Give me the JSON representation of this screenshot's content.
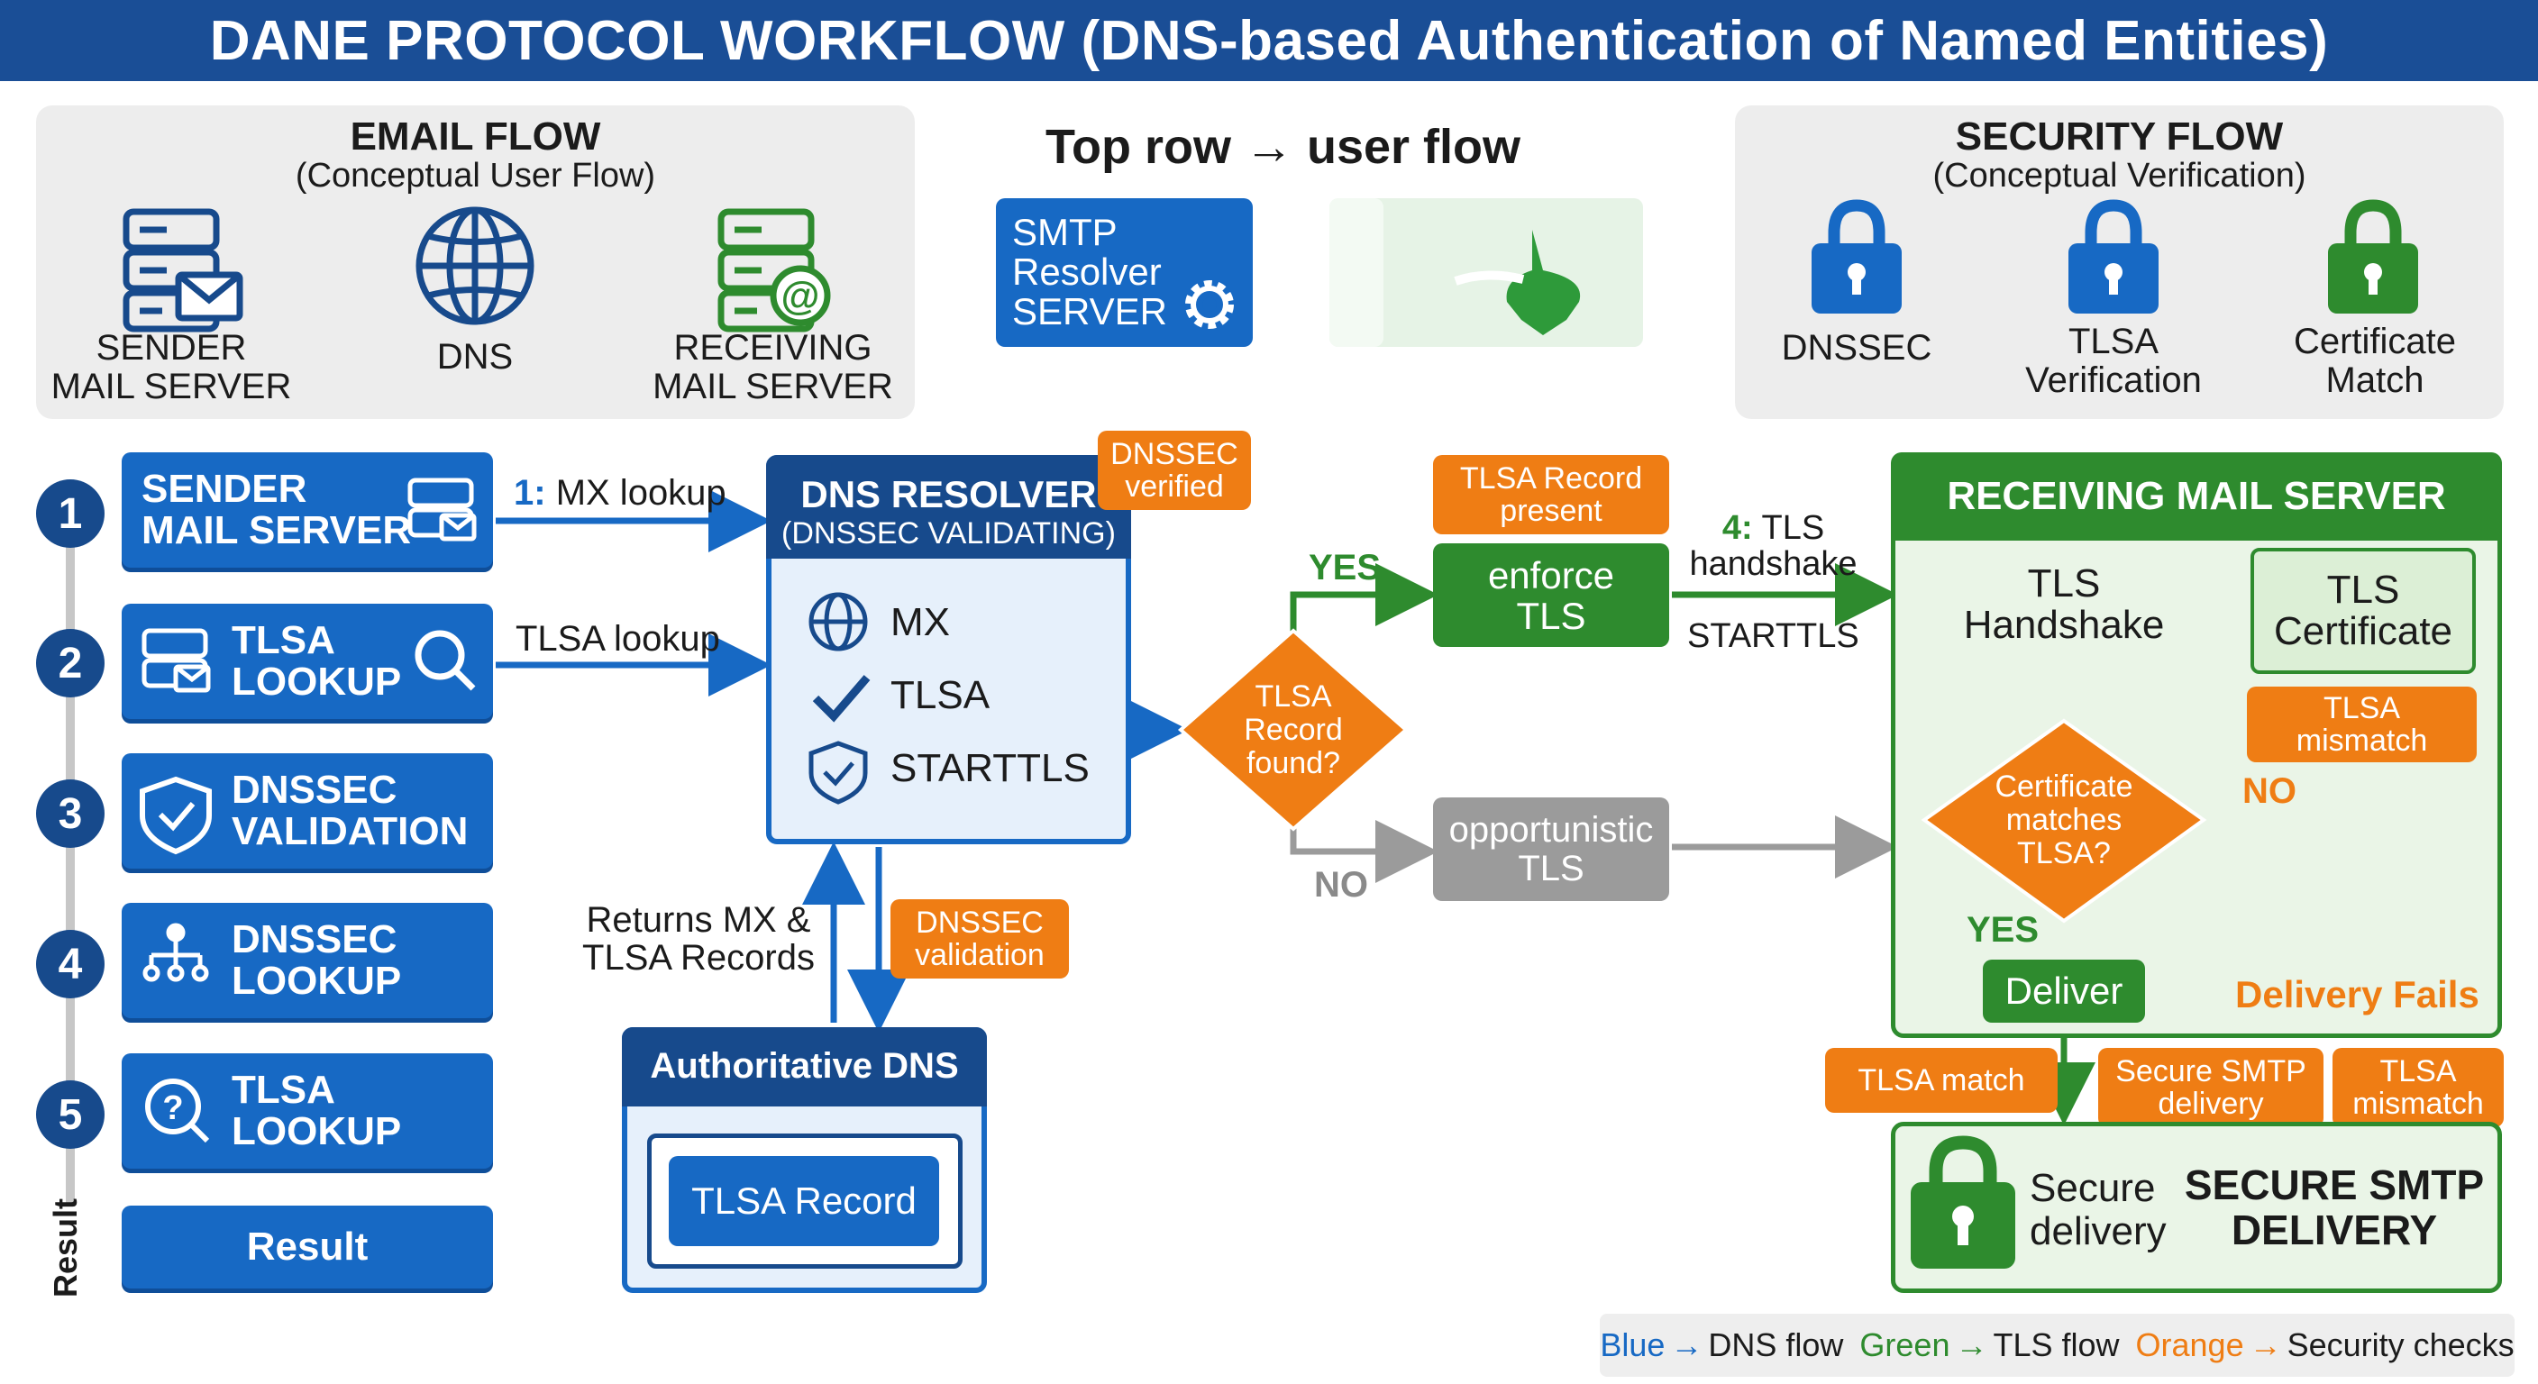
{
  "title": "DANE PROTOCOL WORKFLOW (DNS-based Authentication of Named Entities)",
  "email_flow": {
    "title": "EMAIL FLOW",
    "subtitle": "(Conceptual User Flow)",
    "nodes": [
      "SENDER\nMAIL SERVER",
      "DNS",
      "RECEIVING\nMAIL SERVER"
    ]
  },
  "top_row": {
    "label": "Top row → user flow",
    "smtp_card": "SMTP\nResolver\nSERVER"
  },
  "security_flow": {
    "title": "SECURITY FLOW",
    "subtitle": "(Conceptual Verification)",
    "nodes": [
      "DNSSEC",
      "TLSA\nVerification",
      "Certificate\nMatch"
    ]
  },
  "steps": [
    {
      "num": "1",
      "label": "SENDER\nMAIL SERVER"
    },
    {
      "num": "2",
      "label": "TLSA\nLOOKUP"
    },
    {
      "num": "3",
      "label": "DNSSEC\nVALIDATION"
    },
    {
      "num": "4",
      "label": "DNSSEC\nLOOKUP"
    },
    {
      "num": "5",
      "label": "TLSA\nLOOKUP"
    }
  ],
  "result_side": "Result",
  "result_box": "Result",
  "arrows": {
    "mx_lookup_num": "1:",
    "mx_lookup": " MX lookup",
    "tlsa_lookup": "TLSA lookup",
    "returns": "Returns MX &\nTLSA Records",
    "yes1": "YES",
    "no1": "NO",
    "tls_num": "4:",
    "tls_handshake": " TLS\nhandshake",
    "starttls": "STARTTLS"
  },
  "resolver": {
    "title": "DNS RESOLVER",
    "subtitle": "(DNSSEC VALIDATING)",
    "badge": "DNSSEC\nverified",
    "items": [
      "MX",
      "TLSA",
      "STARTTLS"
    ]
  },
  "dnssec_validation_badge": "DNSSEC\nvalidation",
  "authoritative": {
    "title": "Authoritative DNS",
    "record": "TLSA Record"
  },
  "decision1": "TLSA\nRecord\nfound?",
  "tlsa_present": "TLSA Record\npresent",
  "enforce_tls": "enforce\nTLS",
  "opportunistic": "opportunistic\nTLS",
  "receiving": {
    "title": "RECEIVING MAIL SERVER",
    "handshake": "TLS\nHandshake",
    "certificate": "TLS\nCertificate",
    "mismatch_badge": "TLSA\nmismatch",
    "decision": "Certificate\nmatches\nTLSA?",
    "no": "NO",
    "yes": "YES",
    "deliver": "Deliver",
    "fails": "Delivery Fails"
  },
  "bottom_badges": [
    "TLSA match",
    "Secure SMTP\ndelivery",
    "TLSA\nmismatch"
  ],
  "secure_box": {
    "left": "Secure\ndelivery",
    "right": "SECURE SMTP\nDELIVERY"
  },
  "legend": {
    "blue": "Blue",
    "blue_text": "DNS flow",
    "green": "Green",
    "green_text": "TLS flow",
    "orange": "Orange",
    "orange_text": "Security checks",
    "arrow": "→"
  },
  "colors": {
    "blue": "#1769c4",
    "navy": "#174a8c",
    "green": "#2e8b2e",
    "orange": "#ef7d14",
    "gray": "#9b9b9b"
  }
}
